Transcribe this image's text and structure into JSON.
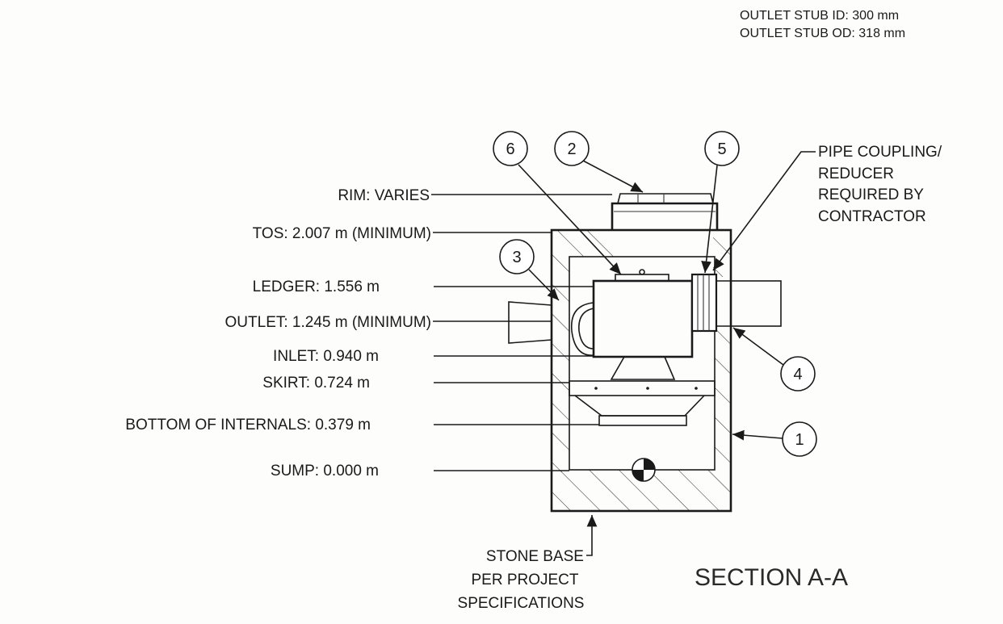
{
  "specs": {
    "outlet_stub_id": "OUTLET STUB ID: 300 mm",
    "outlet_stub_od": "OUTLET STUB OD: 318 mm"
  },
  "elevations": {
    "rim": "RIM: VARIES",
    "tos": "TOS: 2.007 m (MINIMUM)",
    "ledger": "LEDGER: 1.556 m",
    "outlet": "OUTLET: 1.245 m (MINIMUM)",
    "inlet": "INLET: 0.940 m",
    "skirt": "SKIRT: 0.724 m",
    "bottom_of_internals": "BOTTOM OF INTERNALS: 0.379 m",
    "sump": "SUMP: 0.000 m"
  },
  "callouts": {
    "c1": "1",
    "c2": "2",
    "c3": "3",
    "c4": "4",
    "c5": "5",
    "c6": "6"
  },
  "notes": {
    "coupling": [
      "PIPE COUPLING/",
      "REDUCER",
      "REQUIRED BY",
      "CONTRACTOR"
    ],
    "stone_base": [
      "STONE BASE",
      "PER PROJECT",
      "SPECIFICATIONS"
    ]
  },
  "section_title": "SECTION A-A"
}
